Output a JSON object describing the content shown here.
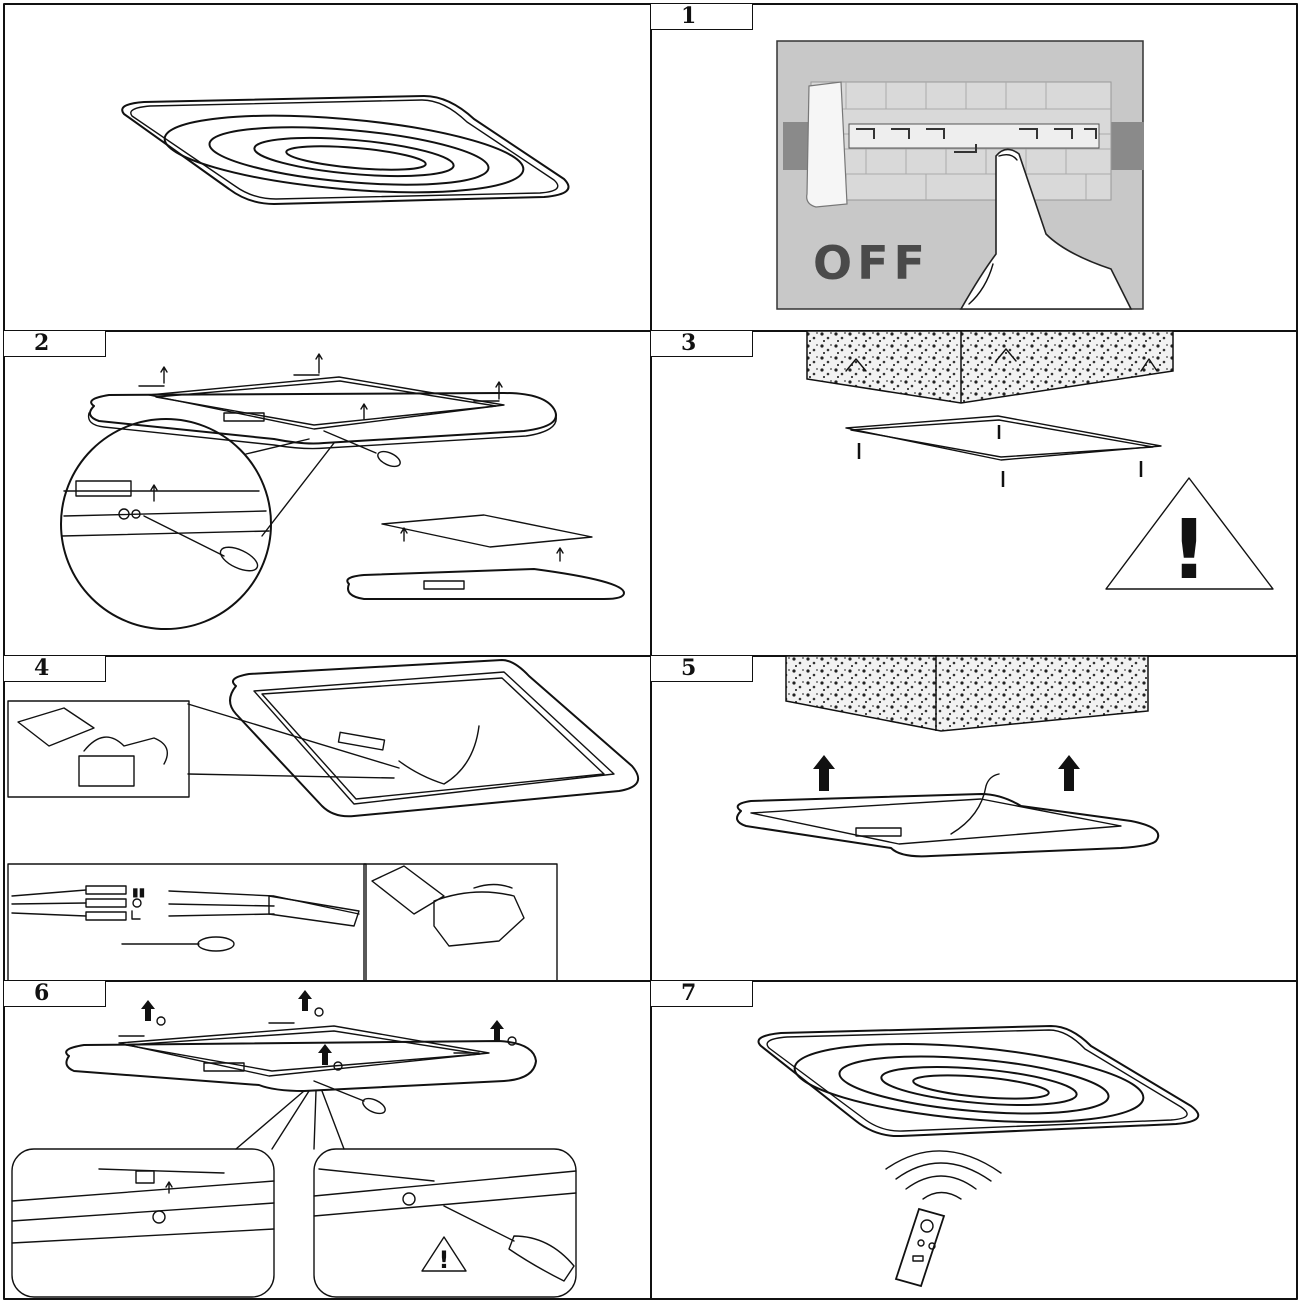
{
  "steps": [
    {
      "label": "1"
    },
    {
      "label": "2"
    },
    {
      "label": "3"
    },
    {
      "label": "4"
    },
    {
      "label": "5"
    },
    {
      "label": "6"
    },
    {
      "label": "7"
    }
  ],
  "switch_text": "OFF",
  "warning_glyph": "!",
  "icons": [
    "ceiling-lamp-icon",
    "wall-switch-icon",
    "screwdriver-icon",
    "warning-triangle-icon",
    "terminal-block-icon",
    "up-arrow-icon",
    "remote-control-icon"
  ],
  "colors": {
    "line": "#111111",
    "switch_panel": "#c8c8c8",
    "brick": "#d9d9d9"
  }
}
